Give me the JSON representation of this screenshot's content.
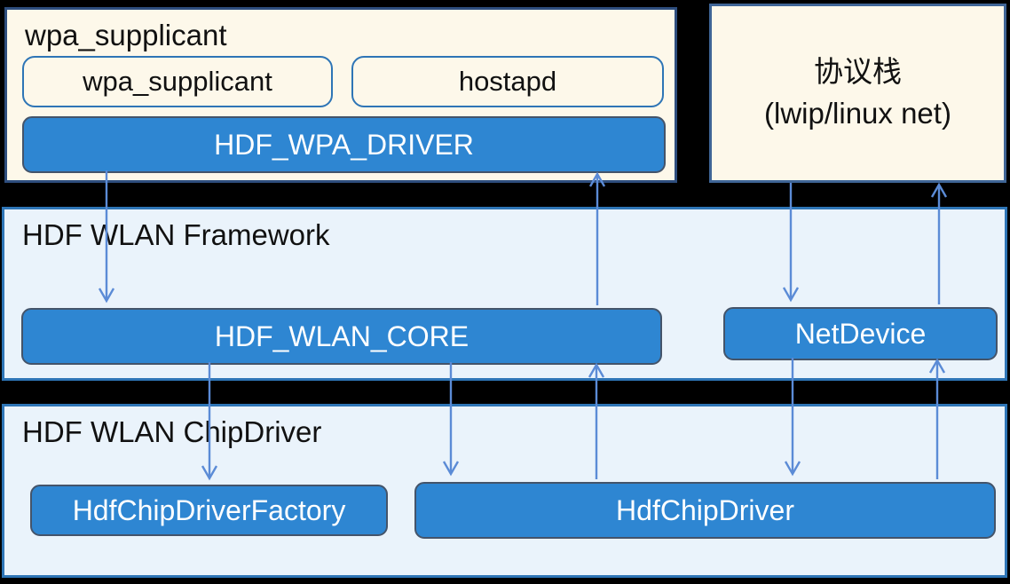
{
  "palette": {
    "bg": "#000000",
    "cream_fill": "#FDF8EA",
    "cream_border_left": "#2E4E7E",
    "cream_border_right": "#3F6596",
    "panel_fill": "#EAF3FB",
    "panel_border": "#2E75B6",
    "box_fill": "#2E86D2",
    "box_border": "#44546A",
    "outline_box_border": "#2E75B6",
    "arrow": "#5B8BD6",
    "text_dark": "#111111",
    "text_light": "#FFFFFF"
  },
  "wpa_section": {
    "title": "wpa_supplicant",
    "wpa_supplicant_box": "wpa_supplicant",
    "hostapd_box": "hostapd",
    "driver_box": "HDF_WPA_DRIVER"
  },
  "protocol_stack": {
    "line1": "协议栈",
    "line2": "(lwip/linux net)"
  },
  "framework_section": {
    "title": "HDF WLAN Framework",
    "core_box": "HDF_WLAN_CORE",
    "netdevice_box": "NetDevice"
  },
  "chipdriver_section": {
    "title": "HDF WLAN ChipDriver",
    "factory_box": "HdfChipDriverFactory",
    "driver_box": "HdfChipDriver"
  },
  "connections": [
    {
      "from": "HDF_WPA_DRIVER",
      "to": "HDF_WLAN_CORE",
      "direction": "down"
    },
    {
      "from": "HDF_WLAN_CORE",
      "to": "HDF_WPA_DRIVER",
      "direction": "up"
    },
    {
      "from": "协议栈 (lwip/linux net)",
      "to": "NetDevice",
      "direction": "down"
    },
    {
      "from": "NetDevice",
      "to": "协议栈 (lwip/linux net)",
      "direction": "up"
    },
    {
      "from": "HDF_WLAN_CORE",
      "to": "HdfChipDriverFactory",
      "direction": "down"
    },
    {
      "from": "HDF_WLAN_CORE",
      "to": "HdfChipDriver",
      "direction": "down"
    },
    {
      "from": "HdfChipDriver",
      "to": "HDF_WLAN_CORE",
      "direction": "up"
    },
    {
      "from": "NetDevice",
      "to": "HdfChipDriver",
      "direction": "down"
    },
    {
      "from": "HdfChipDriver",
      "to": "NetDevice",
      "direction": "up"
    }
  ]
}
